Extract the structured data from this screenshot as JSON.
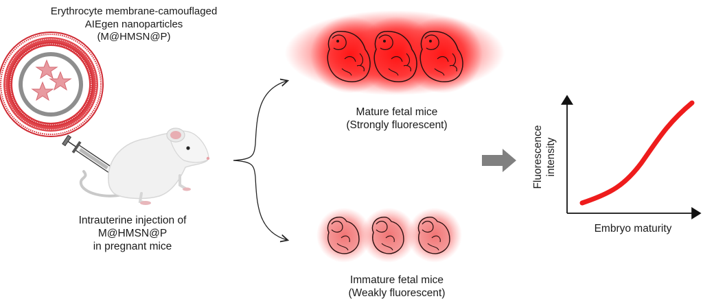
{
  "nanoparticle": {
    "label_line1": "Erythrocyte membrane-camouflaged",
    "label_line2": "AIEgen nanoparticles",
    "label_line3": "(M@HMSN@P)"
  },
  "injection": {
    "line1": "Intrauterine injection of",
    "line2": "M@HMSN@P",
    "line3": "in pregnant mice"
  },
  "mature": {
    "line1": "Mature fetal mice",
    "line2": "(Strongly fluorescent)"
  },
  "immature": {
    "line1": "Immature fetal mice",
    "line2": "(Weakly fluorescent)"
  },
  "graph": {
    "ylabel_line1": "Fluorescence",
    "ylabel_line2": "intensity",
    "xlabel": "Embryo maturity"
  },
  "colors": {
    "fluorescence_red": "#ee1c1c",
    "membrane_red": "#d9323a",
    "arrow_gray": "#808080"
  },
  "icons": [
    "nanoparticle-icon",
    "mouse-icon",
    "syringe-icon",
    "embryo-icon"
  ]
}
